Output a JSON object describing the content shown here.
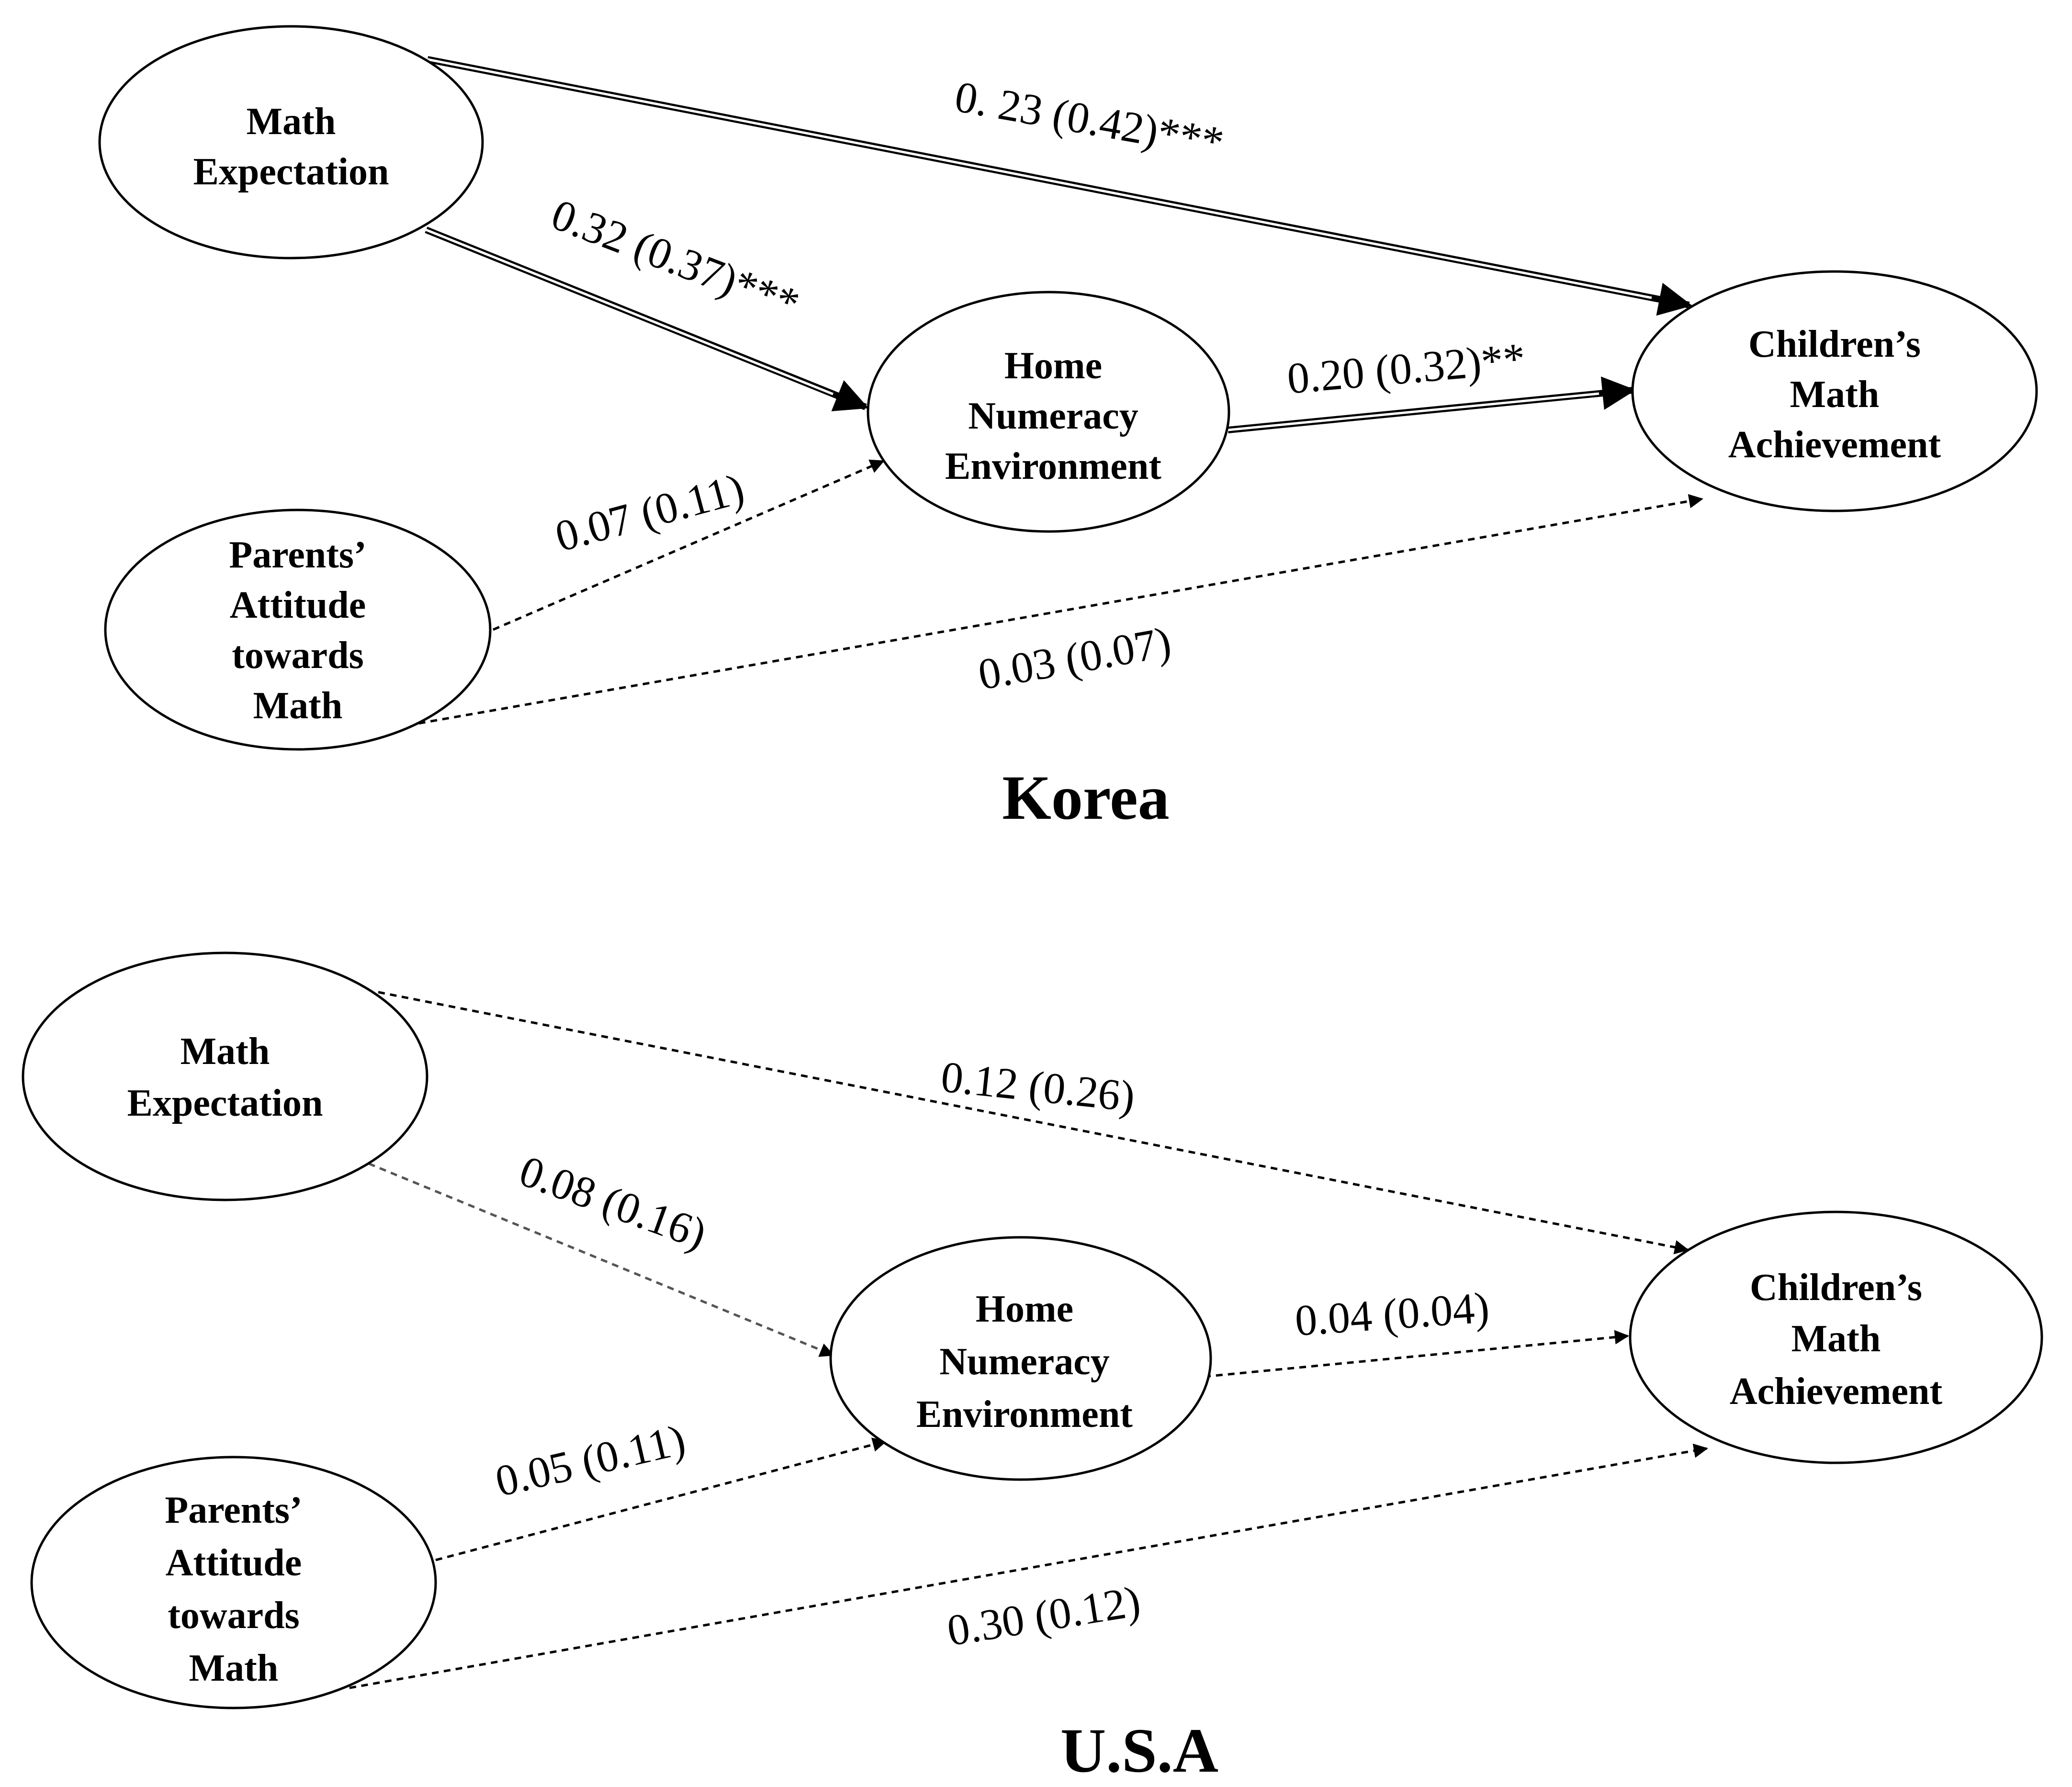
{
  "panels": [
    {
      "title": "Korea",
      "nodes": {
        "math_expectation": [
          "Math",
          "Expectation"
        ],
        "parents_attitude": [
          "Parents’",
          "Attitude",
          "towards",
          "Math"
        ],
        "home_numeracy": [
          "Home",
          "Numeracy",
          "Environment"
        ],
        "childrens_achievement": [
          "Children’s",
          "Math",
          "Achievement"
        ]
      },
      "paths": {
        "me_to_ca": {
          "label": "0. 23 (0.42)***",
          "significant": true
        },
        "me_to_hn": {
          "label": "0.32 (0.37)***",
          "significant": true
        },
        "hn_to_ca": {
          "label": "0.20 (0.32)**",
          "significant": true
        },
        "pa_to_hn": {
          "label": "0.07 (0.11)",
          "significant": false
        },
        "pa_to_ca": {
          "label": "0.03 (0.07)",
          "significant": false
        }
      }
    },
    {
      "title": "U.S.A",
      "nodes": {
        "math_expectation": [
          "Math",
          "Expectation"
        ],
        "parents_attitude": [
          "Parents’",
          "Attitude",
          "towards",
          "Math"
        ],
        "home_numeracy": [
          "Home",
          "Numeracy",
          "Environment"
        ],
        "childrens_achievement": [
          "Children’s",
          "Math",
          "Achievement"
        ]
      },
      "paths": {
        "me_to_ca": {
          "label": "0.12 (0.26)",
          "significant": false
        },
        "me_to_hn": {
          "label": "0.08 (0.16)",
          "significant": false
        },
        "hn_to_ca": {
          "label": "0.04 (0.04)",
          "significant": false
        },
        "pa_to_hn": {
          "label": "0.05 (0.11)",
          "significant": false
        },
        "pa_to_ca": {
          "label": "0.30 (0.12)",
          "significant": false
        }
      }
    }
  ]
}
